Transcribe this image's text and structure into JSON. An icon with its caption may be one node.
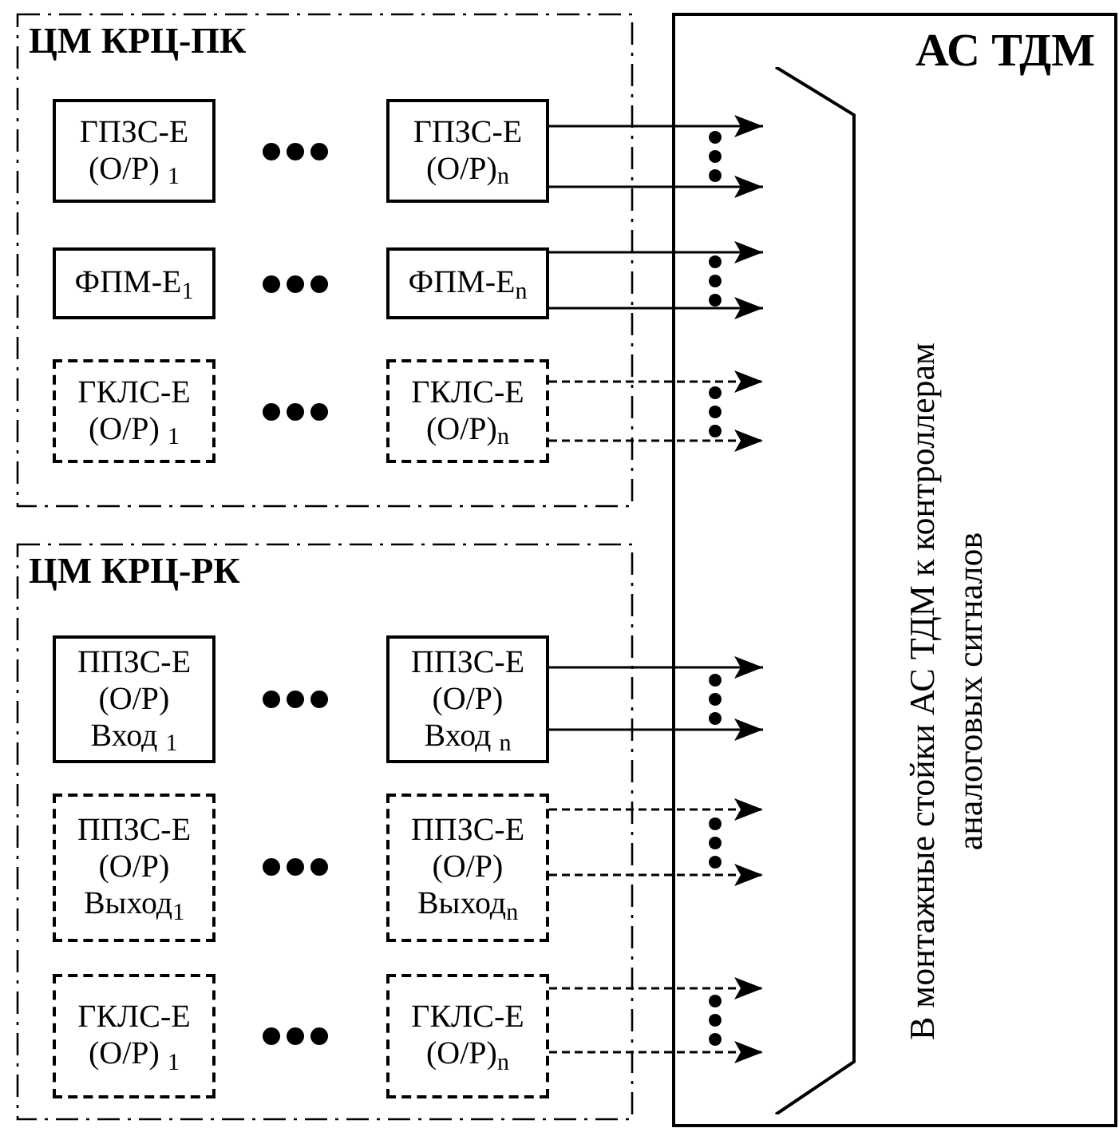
{
  "diagram": {
    "nodes": [
      {
        "text": [
          "ЦМ КРЦ-ПК"
        ]
      },
      {
        "text": [
          "ГПЗС-Е (О/Р) $_{1}$"
        ],
        "in": 0
      },
      {
        "text": [
          "ГПЗС-Е (О/Р)$_{n}$"
        ],
        "in": 0
      },
      {
        "text": [
          "ФПМ-Е$_{1}$"
        ],
        "in": 0
      },
      {
        "text": [
          "ФПМ-Е$_{n}$"
        ],
        "in": 0
      },
      {
        "text": [
          "ГКЛС-Е (О/Р) $_{1}$"
        ],
        "in": 0
      },
      {
        "text": [
          "ГКЛС-Е (О/Р)$_{n}$"
        ],
        "in": 0
      },
      {
        "text": [
          "ЦМ КРЦ-РК"
        ]
      },
      {
        "text": [
          "ППЗС-Е (О/Р) Вход $_{1}$"
        ],
        "in": 7
      },
      {
        "text": [
          "ППЗС-Е (О/Р) Вход $_{n}$"
        ],
        "in": 7
      },
      {
        "text": [
          "ППЗС-Е (О/Р) Выход$_{1}$"
        ],
        "in": 7
      },
      {
        "text": [
          "ППЗС-Е (О/Р) Выход$_{n}$"
        ],
        "in": 7
      },
      {
        "text": [
          "ГКЛС-Е (О/Р) $_{1}$"
        ],
        "in": 7
      },
      {
        "text": [
          "ГКЛС-Е (О/Р)$_{n}$"
        ],
        "in": 7
      },
      {
        "text": [
          "АС ТДМ",
          "В монтажные стойки АС ТДМ к контроллерам аналоговых сигналов"
        ]
      },
      {
        "text": [],
        "shape": "bracket",
        "in": 14
      }
    ],
    "edges": [
      {
        "from": 2,
        "to": 15,
        "arrow": "to"
      },
      {
        "from": 2,
        "to": 15,
        "arrow": "to"
      },
      {
        "from": 4,
        "to": 15,
        "arrow": "to"
      },
      {
        "from": 4,
        "to": 15,
        "arrow": "to"
      },
      {
        "from": 6,
        "to": 15,
        "arrow": "to",
        "style": "dashed"
      },
      {
        "from": 6,
        "to": 15,
        "arrow": "to",
        "style": "dashed"
      },
      {
        "from": 9,
        "to": 15,
        "arrow": "to"
      },
      {
        "from": 9,
        "to": 15,
        "arrow": "to"
      },
      {
        "from": 11,
        "to": 15,
        "arrow": "to",
        "style": "dashed"
      },
      {
        "from": 11,
        "to": 15,
        "arrow": "to",
        "style": "dashed"
      },
      {
        "from": 13,
        "to": 15,
        "arrow": "to",
        "style": "dashed"
      },
      {
        "from": 13,
        "to": 15,
        "arrow": "to",
        "style": "dashed"
      }
    ]
  }
}
